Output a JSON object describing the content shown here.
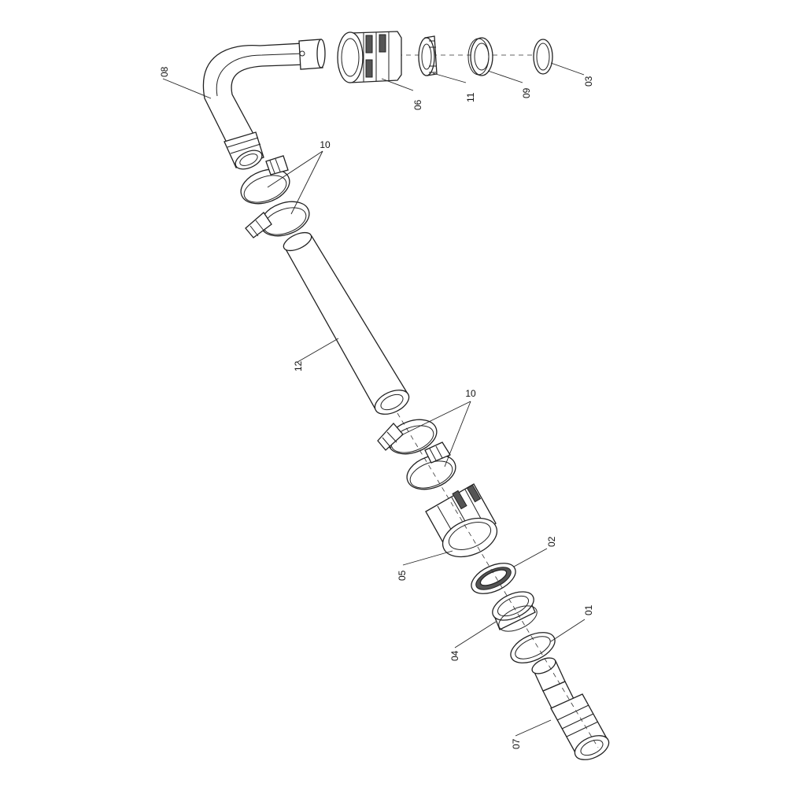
{
  "labels": {
    "l01": "01",
    "l02": "02",
    "l03": "03",
    "l04": "04",
    "l05": "05",
    "l06": "06",
    "l07": "07",
    "l08": "08",
    "l09": "09",
    "l10a": "10",
    "l10b": "10",
    "l11": "11",
    "l12": "12"
  }
}
